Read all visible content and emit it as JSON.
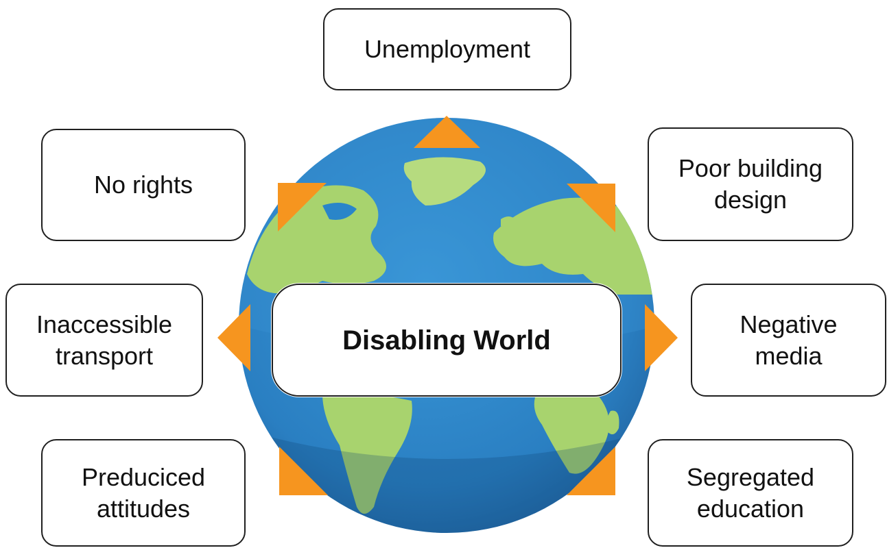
{
  "diagram": {
    "center_label": "Disabling World",
    "barriers": {
      "top": "Unemployment",
      "top_left": "No rights",
      "top_right": "Poor building\ndesign",
      "middle_left": "Inaccessible\ntransport",
      "middle_right": "Negative\nmedia",
      "bottom_left": "Preduciced\nattitudes",
      "bottom_right": "Segregated\neducation"
    }
  },
  "colors": {
    "ocean": "#2a85c9",
    "land": "#a8d36e",
    "arrow": "#f6951f",
    "box_border": "#1f1f1f"
  }
}
